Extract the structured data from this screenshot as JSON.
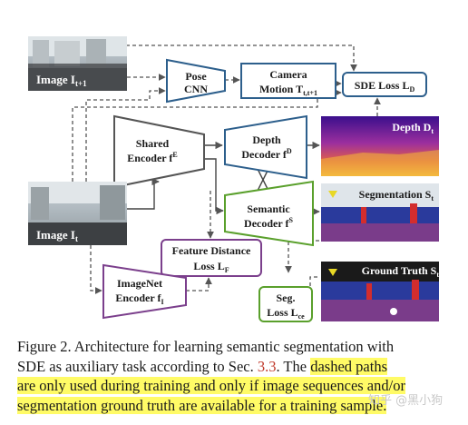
{
  "figure": {
    "blocks": {
      "image_next": {
        "main": "Image I",
        "sub": "t+1"
      },
      "pose_cnn": {
        "line1": "Pose",
        "line2": "CNN"
      },
      "camera_motion": {
        "line1": "Camera",
        "line2": "Motion T",
        "sub": "t,t+1"
      },
      "sde_loss": {
        "main": "SDE Loss L",
        "sub": "D"
      },
      "shared_encoder": {
        "line1": "Shared",
        "line2": "Encoder f",
        "sup": "E"
      },
      "depth_decoder": {
        "line1": "Depth",
        "line2": "Decoder f",
        "sup": "D"
      },
      "depth_output": {
        "main": "Depth D",
        "sub": "t"
      },
      "image_current": {
        "main": "Image I",
        "sub": "t"
      },
      "semantic_decoder": {
        "line1": "Semantic",
        "line2": "Decoder f",
        "sup": "S"
      },
      "segmentation_output": {
        "main": "Segmentation S",
        "sub": "t"
      },
      "feature_distance_loss": {
        "line1": "Feature Distance",
        "line2": "Loss L",
        "sub": "F"
      },
      "ground_truth": {
        "main": "Ground Truth S",
        "sub": "t"
      },
      "imagenet_encoder": {
        "line1": "ImageNet",
        "line2": "Encoder f",
        "sub": "I"
      },
      "seg_loss": {
        "line1": "Seg.",
        "line2": "Loss L",
        "sub": "ce"
      }
    },
    "colors": {
      "pose": "#2d5f8c",
      "shared": "#555555",
      "depth": "#2d5f8c",
      "semantic": "#5aa02c",
      "feature": "#7b3f8c",
      "seg_loss": "#5aa02c",
      "sde": "#2d5f8c"
    }
  },
  "caption": {
    "t1": "Figure 2. Architecture for learning semantic segmentation with",
    "t2a": "SDE as auxiliary task according to Sec. ",
    "ref": "3.3",
    "t2b": ".  The ",
    "h1": "dashed paths",
    "h2": "are only used during training and only if image sequences and/or",
    "h3": "segmentation ground truth are available for a training sample."
  },
  "watermark": "知乎 @黑小狗"
}
